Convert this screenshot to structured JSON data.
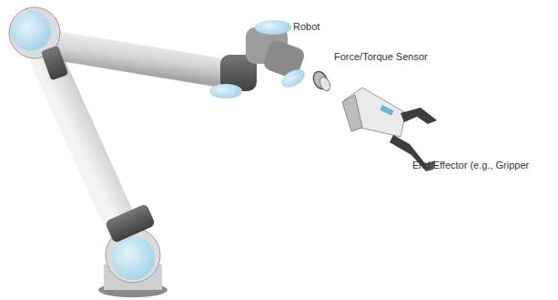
{
  "diagram": {
    "labels": [
      "Robot",
      "Force/Torque Sensor",
      "End Effector (e.g., Gripper"
    ]
  }
}
